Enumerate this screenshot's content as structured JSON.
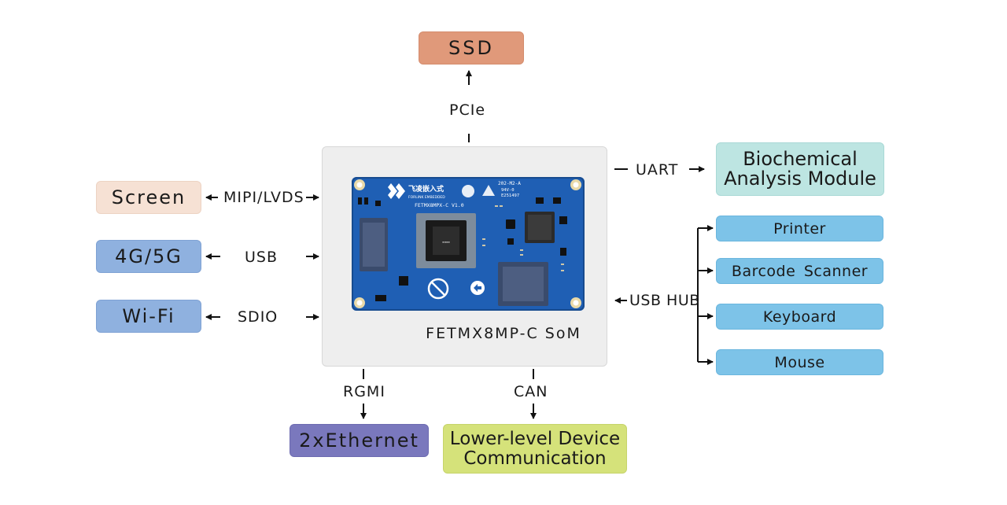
{
  "som": {
    "label": "FETMX8MP-C SoM"
  },
  "board": {
    "logo_cn": "飞凌嵌入式",
    "logo_en": "FORLINK EMBEDDED",
    "model": "FETMX8MPX-C V1.0",
    "rev": "202-M2-A",
    "code1": "94V-0",
    "code2": "E251497"
  },
  "peripherals": {
    "ssd": "SSD",
    "screen": "Screen",
    "cellular": "4G/5G",
    "wifi": "Wi-Fi",
    "bio_line1": "Biochemical",
    "bio_line2": "Analysis Module",
    "printer": "Printer",
    "barcode": "Barcode Scanner",
    "keyboard": "Keyboard",
    "mouse": "Mouse",
    "ethernet": "2xEthernet",
    "lower_line1": "Lower-level Device",
    "lower_line2": "Communication"
  },
  "interfaces": {
    "pcie": "PCIe",
    "mipi": "MIPI/LVDS",
    "usb": "USB",
    "sdio": "SDIO",
    "uart": "UART",
    "usb_hub": "USB HUB",
    "rgmi": "RGMI",
    "can": "CAN"
  },
  "colors": {
    "ssd": "#e0997a",
    "screen": "#f6e1d4",
    "cellular": "#8fb1df",
    "wifi": "#8fb1df",
    "bio": "#bde5e2",
    "usb_devices": "#7dc3e8",
    "ethernet": "#7a78bd",
    "lower": "#d5e27a",
    "som": "#eeeeee",
    "board": "#1f5fb4"
  }
}
